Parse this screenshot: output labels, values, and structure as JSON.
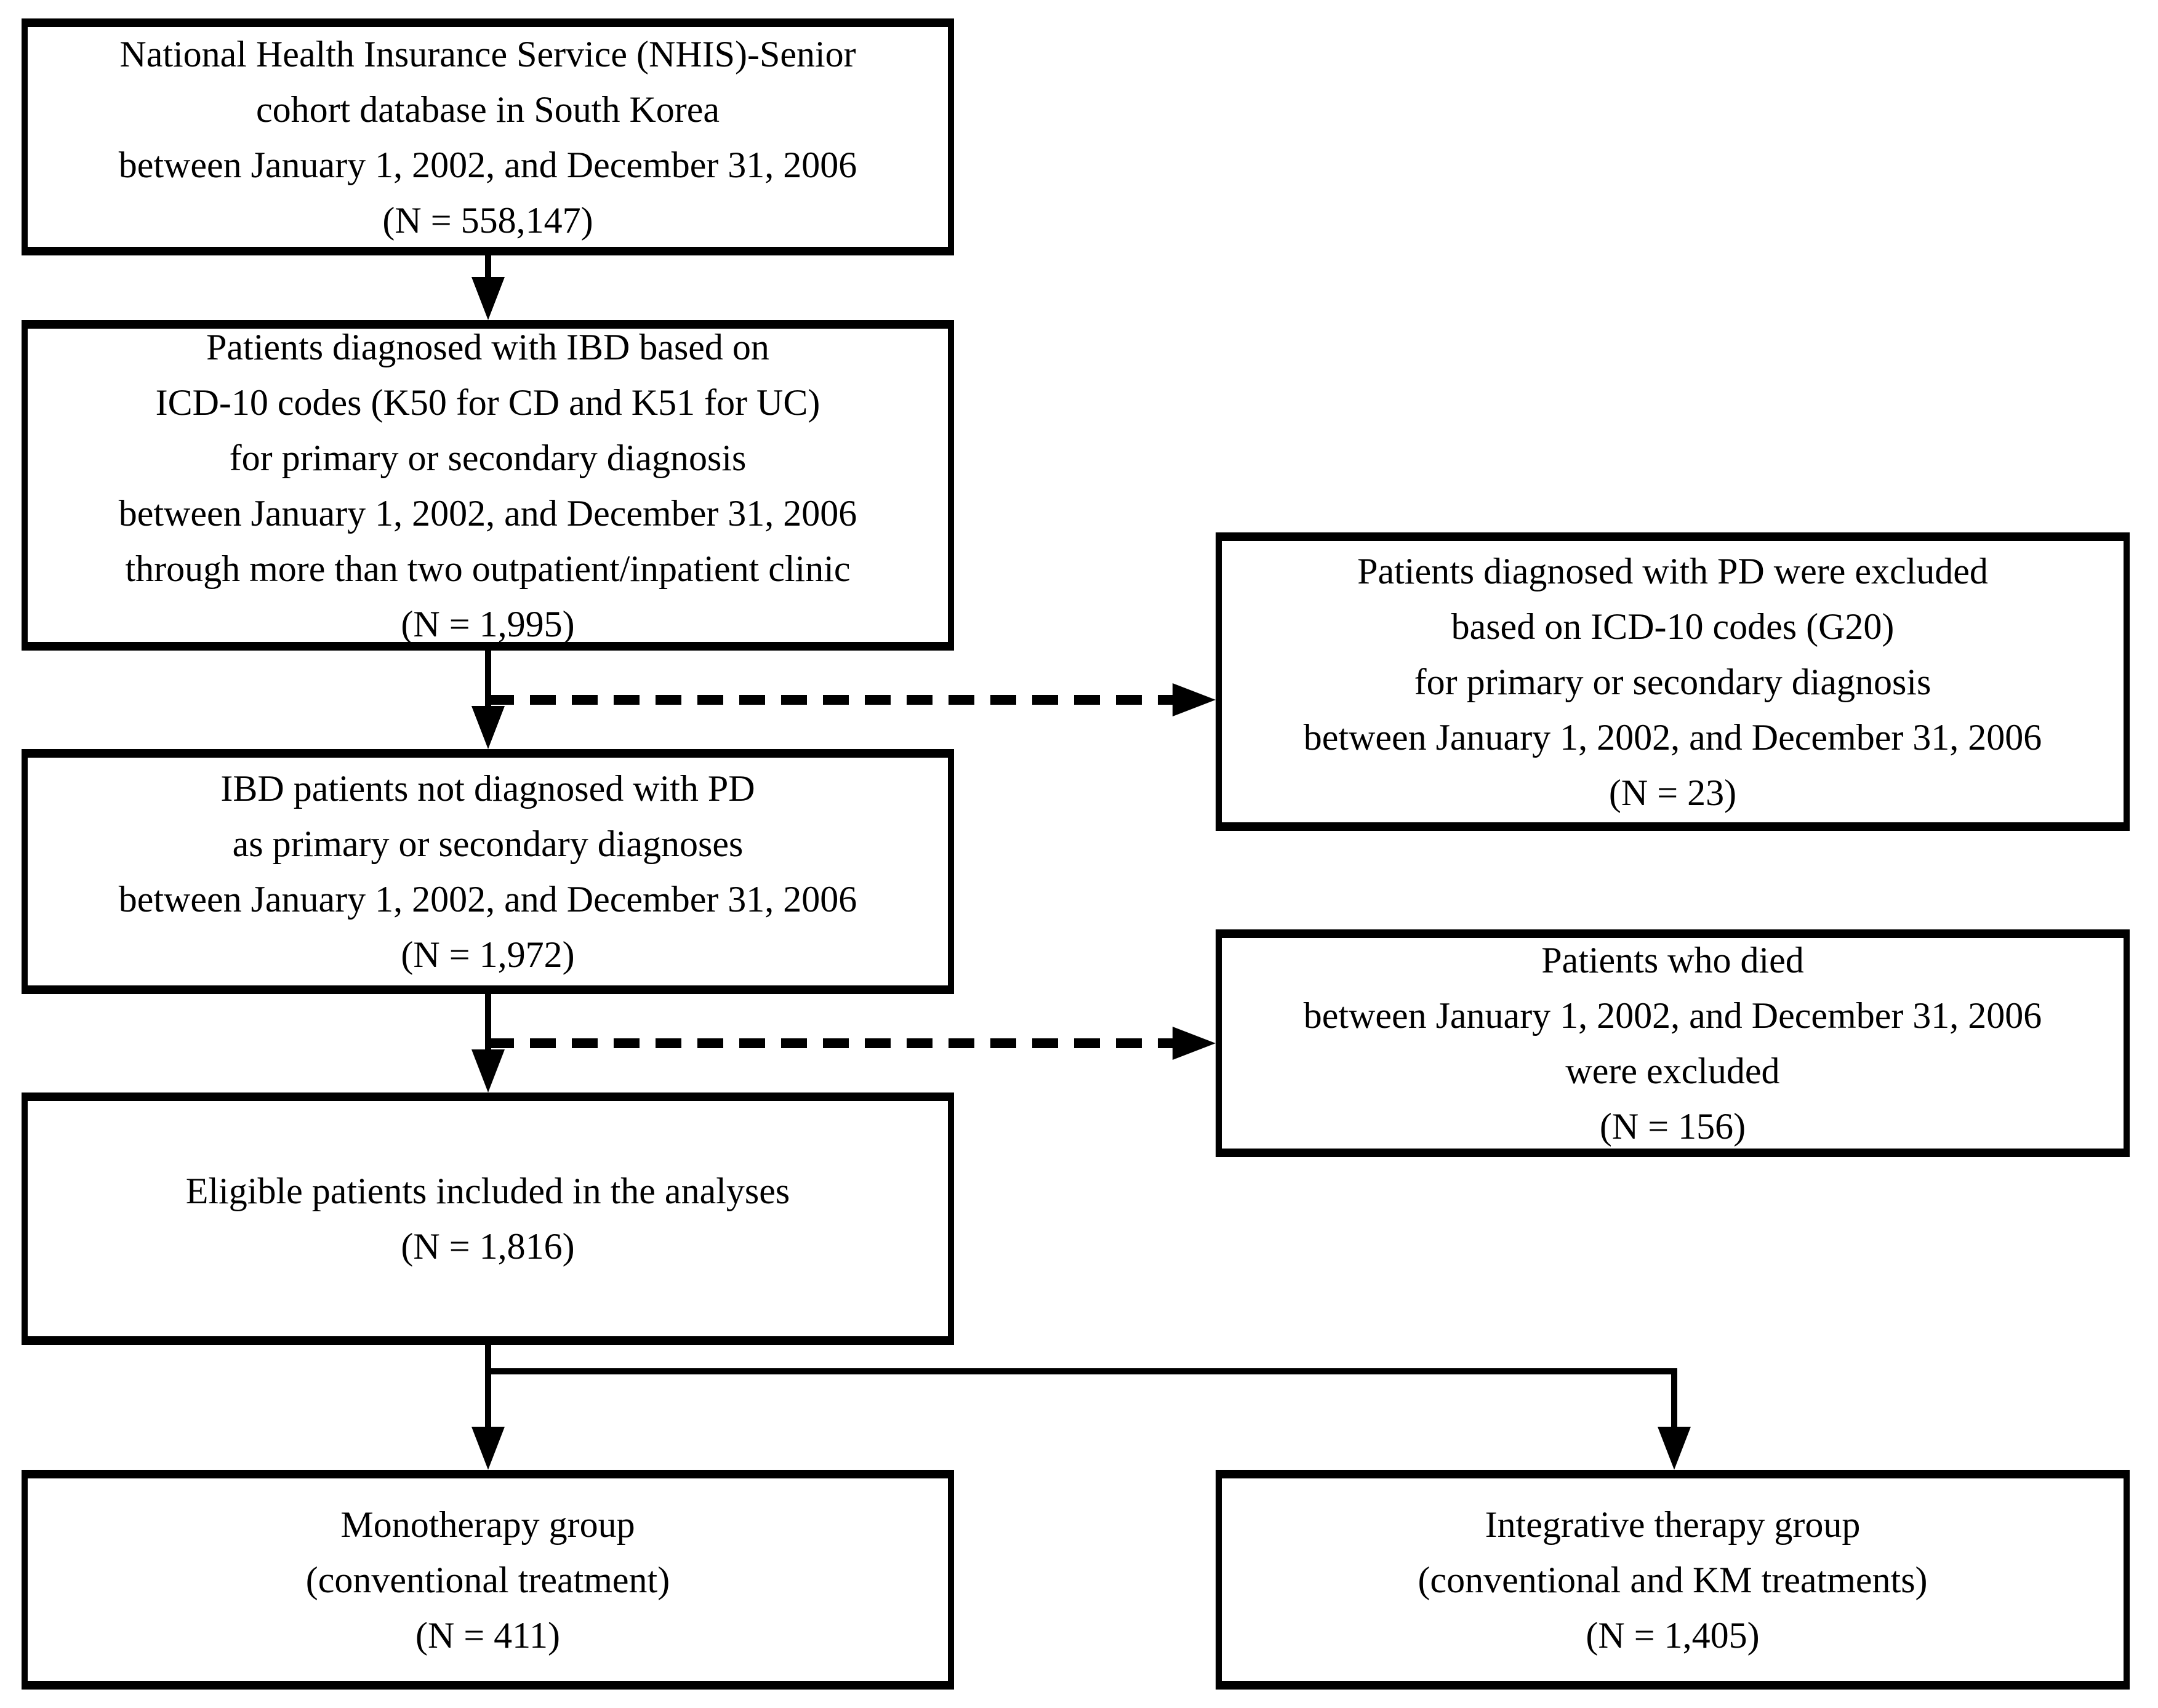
{
  "figure": {
    "type": "patient-selection-flowchart",
    "colors": {
      "ink": "#000000",
      "background": "#ffffff"
    },
    "boxes": {
      "cohort": {
        "text": "National Health Insurance Service (NHIS)-Senior\ncohort database in South Korea\nbetween January 1, 2002, and December 31, 2006\n(N = 558,147)"
      },
      "ibd_diagnosed": {
        "text": "Patients diagnosed with IBD based on\nICD-10 codes (K50 for CD and K51 for UC)\nfor primary or secondary diagnosis\nbetween January 1, 2002, and December 31, 2006\nthrough more than two outpatient/inpatient clinic\n(N = 1,995)"
      },
      "pd_excluded": {
        "text": "Patients diagnosed with PD were excluded\nbased on ICD-10 codes (G20)\nfor primary or secondary diagnosis\nbetween January 1, 2002, and December 31, 2006\n(N = 23)"
      },
      "ibd_without_pd": {
        "text": "IBD patients not diagnosed with PD\nas primary or secondary diagnoses\nbetween January 1, 2002, and December 31, 2006\n(N = 1,972)"
      },
      "died_excluded": {
        "text": "Patients who died\nbetween January 1, 2002, and December 31, 2006\nwere excluded\n(N = 156)"
      },
      "eligible": {
        "text": "Eligible patients included in the analyses\n(N = 1,816)"
      },
      "monotherapy": {
        "text": "Monotherapy group\n(conventional treatment)\n(N = 411)"
      },
      "integrative": {
        "text": "Integrative therapy group\n(conventional and KM treatments)\n(N = 1,405)"
      }
    }
  }
}
